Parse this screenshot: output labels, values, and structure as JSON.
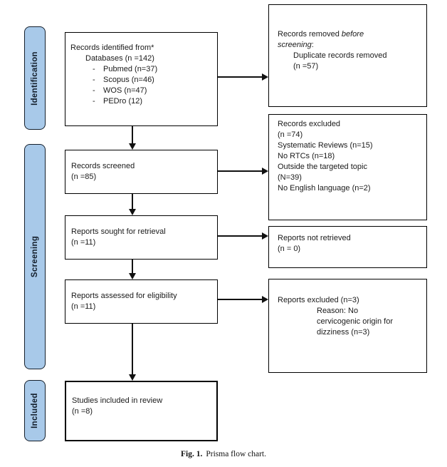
{
  "stages": {
    "identification": "Identification",
    "screening": "Screening",
    "included": "Included"
  },
  "boxes": {
    "identified": {
      "line1": "Records identified from*",
      "line2": "Databases (n =142)",
      "bullet": "-",
      "items": [
        "Pubmed (n=37)",
        "Scopus (n=46)",
        "WOS (n=47)",
        "PEDro (12)"
      ]
    },
    "screened": {
      "line1": "Records screened",
      "line2": "(n =85)"
    },
    "sought": {
      "line1": "Reports sought for retrieval",
      "line2": "(n =11)"
    },
    "assessed": {
      "line1": "Reports assessed for eligibility",
      "line2": "(n =11)"
    },
    "included_final": {
      "line1": "Studies included in review",
      "line2": "(n =8)"
    },
    "removed": {
      "line1_text": "Records removed ",
      "line1_italic": "before",
      "line2_italic": "screening",
      "line2_text": ":",
      "line3": "Duplicate records removed",
      "line4": "(n =57)"
    },
    "excluded": {
      "lines": [
        "Records excluded",
        "(n =74)",
        "Systematic Reviews (n=15)",
        "No RTCs (n=18)",
        "Outside the targeted topic",
        "(N=39)",
        "No English language (n=2)"
      ]
    },
    "not_retrieved": {
      "line1": "Reports not retrieved",
      "line2": "(n = 0)"
    },
    "reports_excluded": {
      "line1": "Reports excluded (n=3)",
      "reason": [
        "Reason: No",
        "cervicogenic origin for",
        "dizziness (n=3)"
      ]
    }
  },
  "caption": {
    "label": "Fig. 1.",
    "text": "Prisma flow chart."
  },
  "colors": {
    "stage_fill": "#A8C9E9",
    "stage_border": "#141F2C",
    "box_border": "#000000",
    "arrow": "#111111",
    "text": "#1A1A1A",
    "background": "#FFFFFF"
  }
}
